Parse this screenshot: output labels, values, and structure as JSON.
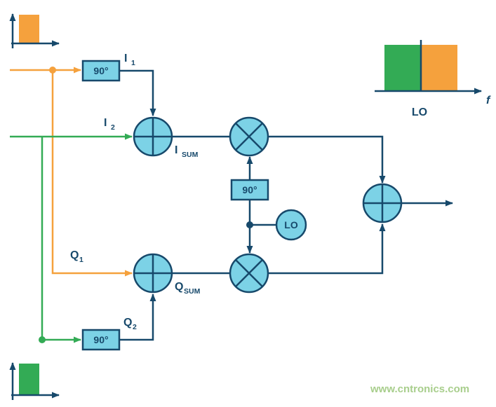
{
  "diagram": {
    "labels": {
      "i1": {
        "base": "I",
        "sub": "1"
      },
      "i2": {
        "base": "I",
        "sub": "2"
      },
      "q1": {
        "base": "Q",
        "sub": "1"
      },
      "q2": {
        "base": "Q",
        "sub": "2"
      },
      "i_sum": {
        "base": "I",
        "sub": "SUM"
      },
      "q_sum": {
        "base": "Q",
        "sub": "SUM"
      }
    },
    "phase_shifters": {
      "top": "90°",
      "middle": "90°",
      "bottom": "90°"
    },
    "lo": {
      "node_label": "LO",
      "spectrum_label": "LO"
    },
    "output_spectrum": {
      "axis_label": "f"
    },
    "colors": {
      "navy": "#17496B",
      "light_blue": "#7CD2E6",
      "orange": "#F5A13D",
      "green": "#33AB55",
      "watermark_green": "#A8CE8C"
    }
  },
  "watermark": {
    "text": "www.cntronics.com"
  }
}
